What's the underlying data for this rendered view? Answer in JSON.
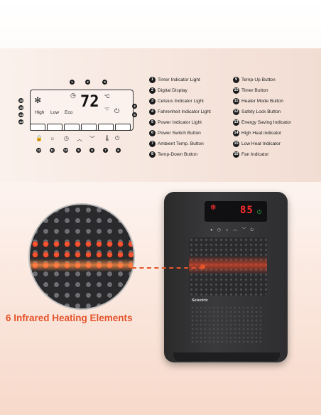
{
  "display": {
    "temperature": "72",
    "unit": "°C",
    "unit_f": "°F",
    "mode_high": "High",
    "mode_low": "Low",
    "mode_eco": "Eco"
  },
  "legend": [
    {
      "n": "1",
      "label": "Timer Indicator Light"
    },
    {
      "n": "2",
      "label": "Digital Display"
    },
    {
      "n": "3",
      "label": "Celsius Indicator Light"
    },
    {
      "n": "4",
      "label": "Fahrenheit Indicator Light"
    },
    {
      "n": "5",
      "label": "Power Indicator Light"
    },
    {
      "n": "6",
      "label": "Power Switch Button"
    },
    {
      "n": "7",
      "label": "Ambient Temp. Button"
    },
    {
      "n": "8",
      "label": "Temp-Down Button"
    },
    {
      "n": "9",
      "label": "Temp-Up Button"
    },
    {
      "n": "10",
      "label": "Timer Button"
    },
    {
      "n": "11",
      "label": "Heater Mode Button"
    },
    {
      "n": "12",
      "label": "Safety Lock Button"
    },
    {
      "n": "13",
      "label": "Energy Saving Indicator"
    },
    {
      "n": "14",
      "label": "High Heat indicator"
    },
    {
      "n": "15",
      "label": "Low Heat Indicator"
    },
    {
      "n": "16",
      "label": "Fan Indicator"
    }
  ],
  "heater": {
    "display_temp": "85",
    "brand": "Selectric"
  },
  "caption": "6 Infrared Heating Elements"
}
